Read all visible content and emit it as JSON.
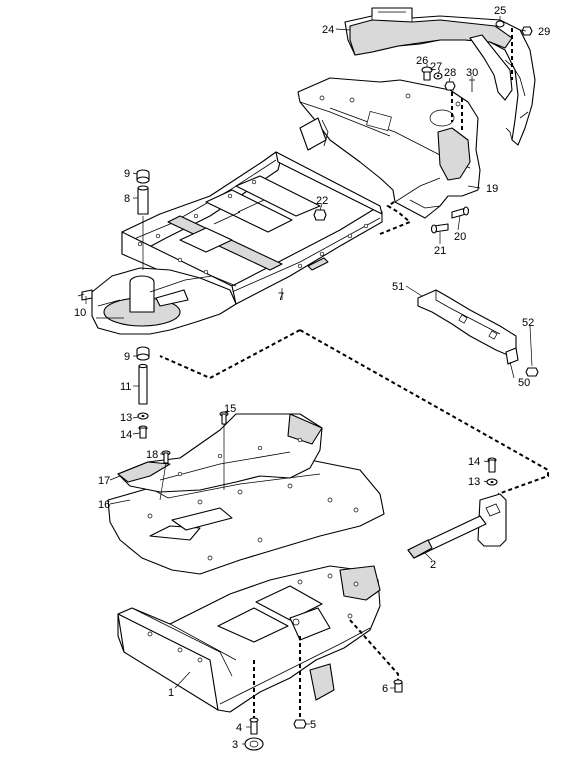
{
  "diagram": {
    "callouts": [
      {
        "id": "c1",
        "text": "1"
      },
      {
        "id": "c2",
        "text": "2"
      },
      {
        "id": "c3",
        "text": "3"
      },
      {
        "id": "c4",
        "text": "4"
      },
      {
        "id": "c5",
        "text": "5"
      },
      {
        "id": "c6",
        "text": "6"
      },
      {
        "id": "c7",
        "text": "7"
      },
      {
        "id": "c8",
        "text": "8"
      },
      {
        "id": "c9a",
        "text": "9"
      },
      {
        "id": "c9b",
        "text": "9"
      },
      {
        "id": "c10",
        "text": "10"
      },
      {
        "id": "c11",
        "text": "11"
      },
      {
        "id": "c13a",
        "text": "13"
      },
      {
        "id": "c13b",
        "text": "13"
      },
      {
        "id": "c14a",
        "text": "14"
      },
      {
        "id": "c14b",
        "text": "14"
      },
      {
        "id": "c15",
        "text": "15"
      },
      {
        "id": "c16",
        "text": "16"
      },
      {
        "id": "c17",
        "text": "17"
      },
      {
        "id": "c18",
        "text": "18"
      },
      {
        "id": "c19",
        "text": "19"
      },
      {
        "id": "c20",
        "text": "20"
      },
      {
        "id": "c21",
        "text": "21"
      },
      {
        "id": "c22",
        "text": "22"
      },
      {
        "id": "c24",
        "text": "24"
      },
      {
        "id": "c25",
        "text": "25"
      },
      {
        "id": "c26",
        "text": "26"
      },
      {
        "id": "c27",
        "text": "27"
      },
      {
        "id": "c28",
        "text": "28"
      },
      {
        "id": "c29",
        "text": "29"
      },
      {
        "id": "c30",
        "text": "30"
      },
      {
        "id": "c50",
        "text": "50"
      },
      {
        "id": "c51",
        "text": "51"
      },
      {
        "id": "c52",
        "text": "52"
      }
    ]
  }
}
